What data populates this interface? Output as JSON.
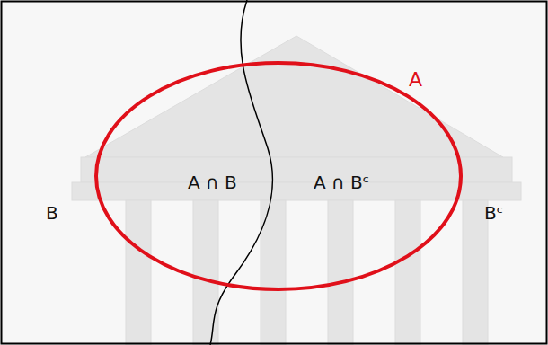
{
  "diagram": {
    "nodes": [
      {
        "text": [
          "A"
        ]
      }
    ],
    "labels": [
      "A ∩ B",
      "A ∩ Bᶜ",
      "B",
      "Bᶜ"
    ]
  }
}
